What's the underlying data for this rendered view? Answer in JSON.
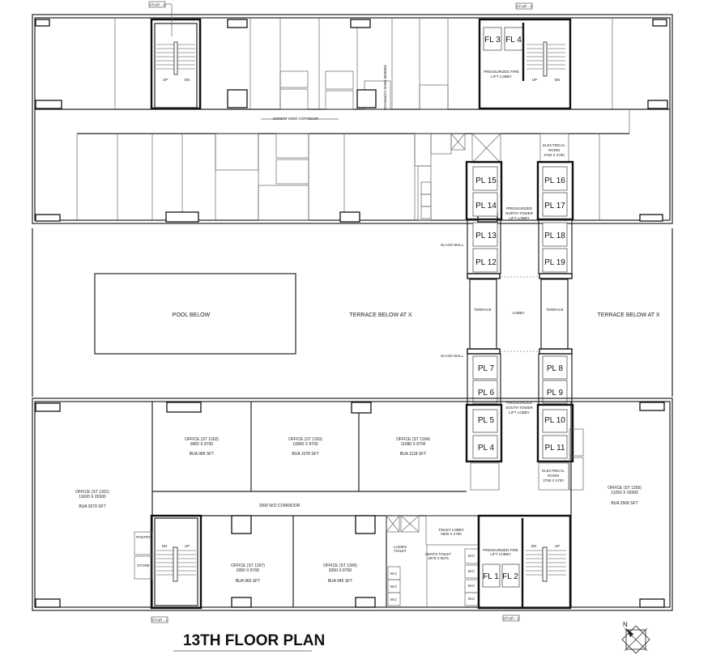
{
  "title": "13TH FLOOR PLAN",
  "north_label": "N",
  "stairs": {
    "s1": "STAIR - 1",
    "s2": "STAIR - 2",
    "s3": "STAIR - 3",
    "s4": "STAIR - 4"
  },
  "stair_marks": {
    "up": "UP",
    "dn": "DN"
  },
  "central": {
    "pool": "POOL  BELOW",
    "terrace_left": "TERRACE BELOW AT X",
    "terrace_right": "TERRACE BELOW AT X",
    "lobby": "LOBBY",
    "terrace_small": "TERRACE",
    "glass_wall": "GLASS WALL",
    "north_lift_lobby": [
      "PRESSURIZED",
      "NORTH TOWER",
      "LIFT LOBBY"
    ],
    "south_lift_lobby": [
      "PRESSURIZED",
      "SOUTH TOWER",
      "LIFT LOBBY"
    ],
    "fire_lift_lobby": [
      "PRESSURIZED FIRE",
      "LIFT LOBBY"
    ],
    "electrical_room": [
      "ELECTRICAL",
      "ROOM",
      "2750 X 2700"
    ],
    "top_corridor": "2000MM WIDE CORRIDOR"
  },
  "lifts": {
    "north_left": [
      "PL 15",
      "PL 14",
      "PL 13",
      "PL 12"
    ],
    "north_right": [
      "PL 16",
      "PL 17",
      "PL 18",
      "PL 19"
    ],
    "south_left": [
      "PL 7",
      "PL 6",
      "PL 5",
      "PL 4"
    ],
    "south_right": [
      "PL 8",
      "PL 9",
      "PL 10",
      "PL 11"
    ],
    "fire_top": [
      "FL 3",
      "FL 4"
    ],
    "fire_bottom": [
      "FL 1",
      "FL 2"
    ]
  },
  "offices": [
    {
      "name": "OFFICE (ST 1301)",
      "size": "11600 X 20300",
      "bua": "BUA 2679 SFT"
    },
    {
      "name": "OFFICE (ST 1302)",
      "size": "9900 X 8700",
      "bua": "BUA 989 SFT"
    },
    {
      "name": "OFFICE (ST 1303)",
      "size": "10800 X 8700",
      "bua": "BUA 1078 SFT"
    },
    {
      "name": "OFFICE (ST 1304)",
      "size": "11080 X 8700",
      "bua": "BUA 1118 SFT"
    },
    {
      "name": "OFFICE (ST 1305)",
      "size": "11050 X 20300",
      "bua": "BUA 2568 SFT"
    },
    {
      "name": "OFFICE (ST 1306)",
      "size": "9350 X 8700",
      "bua": "BUA 945 SFT"
    },
    {
      "name": "OFFICE (ST 1307)",
      "size": "9350 X 8700",
      "bua": "BUA 960 SFT"
    }
  ],
  "bottom_corridor": "2000 W.D CORRIDOR",
  "toilets": {
    "lobby": [
      "TOILET LOBBY",
      "5500 X 2700"
    ],
    "gents": [
      "GENTS TOILET",
      "4975 X 5575"
    ],
    "ladies": [
      "LADIES",
      "TOILET"
    ],
    "wc": "W.C",
    "pantry": "PANTRY",
    "store": "STORE"
  }
}
